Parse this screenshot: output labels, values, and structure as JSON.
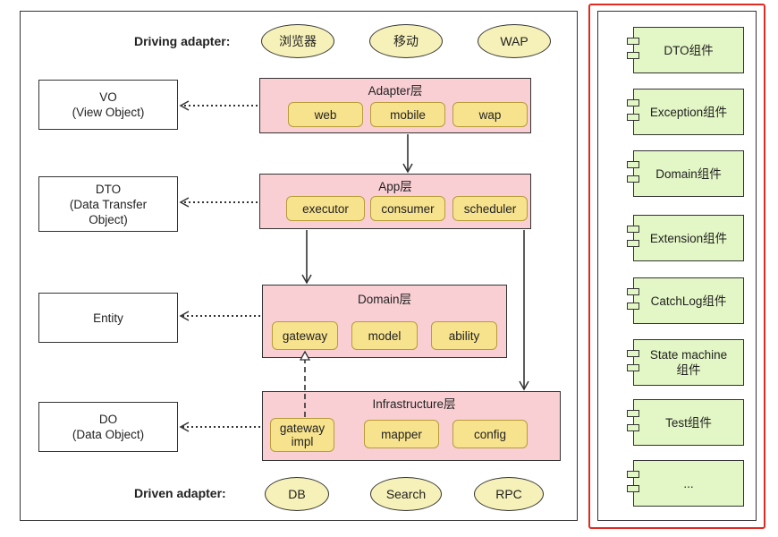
{
  "driving_label": "Driving adapter:",
  "driven_label": "Driven adapter:",
  "driving": [
    "浏览器",
    "移动",
    "WAP"
  ],
  "driven": [
    "DB",
    "Search",
    "RPC"
  ],
  "sides": {
    "vo": "VO\n(View Object)",
    "dto": "DTO\n(Data Transfer\nObject)",
    "entity": "Entity",
    "do": "DO\n(Data Object)"
  },
  "layers": {
    "adapter": {
      "title": "Adapter层",
      "items": [
        "web",
        "mobile",
        "wap"
      ]
    },
    "app": {
      "title": "App层",
      "items": [
        "executor",
        "consumer",
        "scheduler"
      ]
    },
    "domain": {
      "title": "Domain层",
      "items": [
        "gateway",
        "model",
        "ability"
      ]
    },
    "infra": {
      "title": "Infrastructure层",
      "items": [
        "gateway\nimpl",
        "mapper",
        "config"
      ]
    }
  },
  "components": [
    "DTO组件",
    "Exception组件",
    "Domain组件",
    "Extension组件",
    "CatchLog组件",
    "State machine\n组件",
    "Test组件",
    "..."
  ],
  "colors": {
    "layer_fill": "#f9cfd3",
    "pill_fill": "#f7e28e",
    "adapter_fill": "#f6f1b8",
    "component_fill": "#e3f6c5",
    "highlight_border": "#e02a22"
  }
}
